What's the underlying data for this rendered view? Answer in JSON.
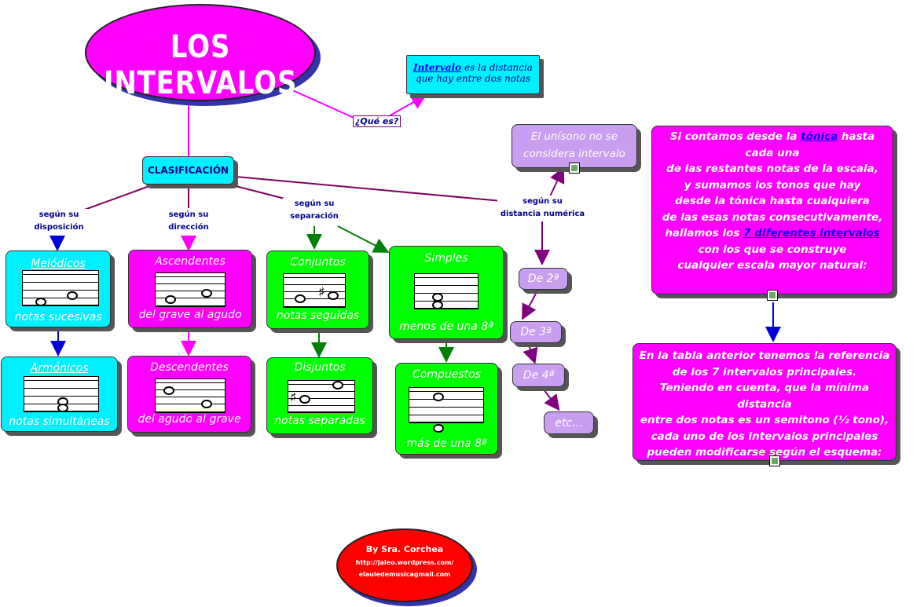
{
  "title": "LOS INTERVALOS",
  "que_es": "¿Qué es?",
  "definition": {
    "term": "Intervalo",
    "text_1": " es la distancia",
    "text_2": "que hay entre dos notas"
  },
  "clasificacion": "CLASIFICACIÓN",
  "criteria": {
    "disposicion": [
      "según su",
      "disposición"
    ],
    "direccion": [
      "según su",
      "dirección"
    ],
    "separacion": [
      "según su",
      "separación"
    ],
    "distancia": [
      "según su",
      "distancia numérica"
    ]
  },
  "melodicos": {
    "title": "Melódicos",
    "caption": "notas sucesivas"
  },
  "armonicos": {
    "title": "Armónicos",
    "caption": "notas simultáneas"
  },
  "ascendentes": {
    "title": "Ascendentes",
    "caption": "del grave al agudo"
  },
  "descendentes": {
    "title": "Descendentes",
    "caption": "del agudo al grave"
  },
  "conjuntos": {
    "title": "Conjuntos",
    "caption": "notas seguidas"
  },
  "disjuntos": {
    "title": "Disjuntos",
    "caption": "notas separadas"
  },
  "simples": {
    "title": "Simples",
    "caption": "menos de una 8ª"
  },
  "compuestos": {
    "title": "Compuestos",
    "caption": "más de una 8ª"
  },
  "unisono": "El unísono no se considera intervalo",
  "intervals": [
    "De 2ª",
    "De 3ª",
    "De 4ª",
    "etc..."
  ],
  "info_box_1": {
    "l1a": "Si contamos desde la ",
    "l1_link": "tónica",
    "l1b": " hasta",
    "l2": "cada una",
    "l3": "de las restantes notas de la escala,",
    "l4": "y sumamos los tonos que hay",
    "l5": "desde la tónica hasta cualquiera",
    "l6": "de las esas notas consecutivamente,",
    "l7a": "hallamos los ",
    "l7_link": "7 diferentes intervalos",
    "l8": "con los que se construye",
    "l9": "cualquier escala mayor natural:"
  },
  "info_box_2": {
    "l1": "En la tabla anterior tenemos la referencia",
    "l2": "de los 7 intervalos principales.",
    "l3": "Teniendo en cuenta, que la mínima distancia",
    "l4": "entre dos notas es un semitono (½ tono),",
    "l5": "cada uno de los intervalos principales",
    "l6": "pueden modificarse según el esquema:"
  },
  "credit": {
    "author": "By Sra. Corchea",
    "url": "http://jaleo.wordpress.com/",
    "email": "elauledemusicagmail.com"
  },
  "colors": {
    "magenta": "#ff00ff",
    "cyan": "#00f0ff",
    "green": "#00ff00",
    "lavender": "#c89ef0",
    "red": "#ff0000",
    "connector_purple": "#800060",
    "arrow_blue": "#0000dd",
    "arrow_green": "#008000"
  }
}
